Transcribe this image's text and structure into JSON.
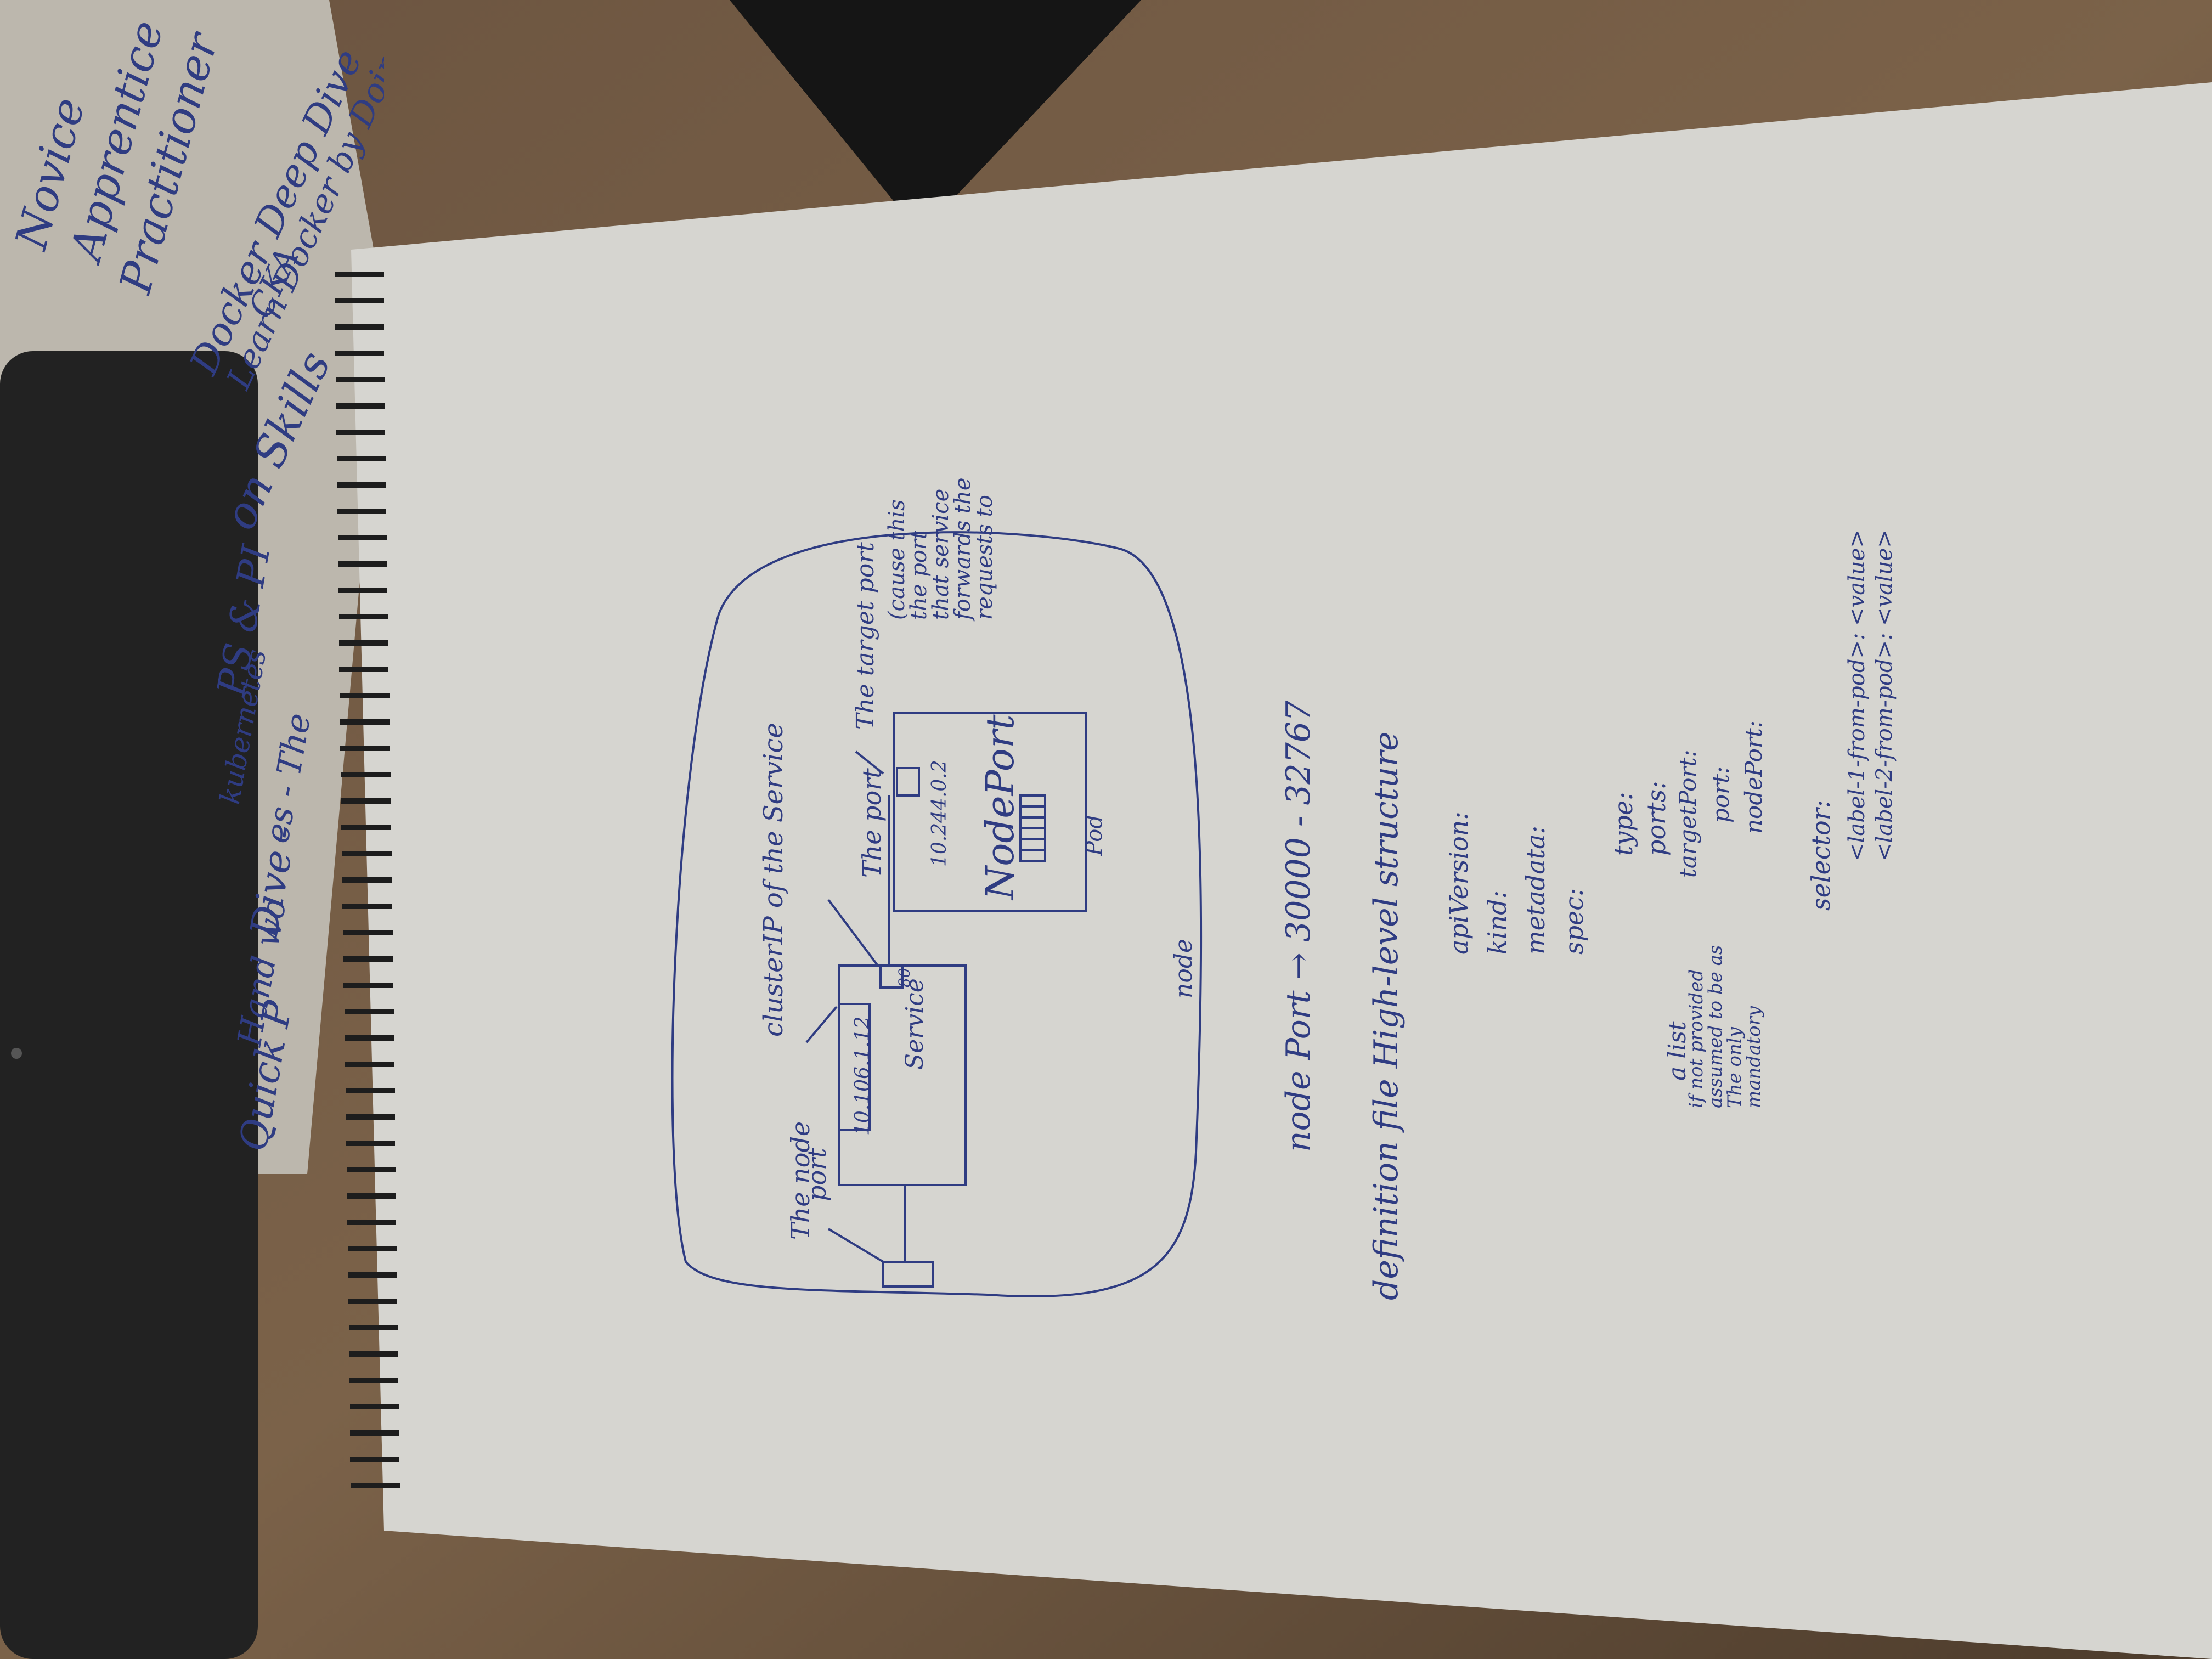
{
  "colors": {
    "ink": "#2f3c82",
    "paper": "#d9d8d3",
    "desk": "#5e4a37"
  },
  "notebook": {
    "title": "NodePort",
    "diagram": {
      "node_port_label_1": "The node",
      "node_port_label_2": "port",
      "cluster_ip_label": "clusterIP of the Service",
      "the_port_label": "The port",
      "service_ip": "10.106.1.12",
      "service_label": "Service",
      "service_port_box": "80",
      "target_port_label": "The target port",
      "target_note_1": "(cause this",
      "target_note_2": "the port",
      "target_note_3": "that service",
      "target_note_4": "forwards the",
      "target_note_5": "requests to",
      "pod_ip": "10.244.0.2",
      "pod_label": "Pod",
      "node_label": "node"
    },
    "range_note": "node Port → 30000 - 32767",
    "definition_heading": "definition file High-level structure",
    "yaml": {
      "api_version": "apiVersion:",
      "kind": "kind:",
      "metadata": "metadata:",
      "spec": "spec:",
      "type": "type:",
      "ports": "ports:",
      "list_note": "a list",
      "target_port": "targetPort:",
      "port": "port:",
      "node_port": "nodePort:",
      "note_1": "if not provided",
      "note_2": "assumed to be as",
      "note_3": "The only",
      "note_4": "mandatory",
      "selector": "selector:",
      "label_1": "<label-1-from-pod>: <value>",
      "label_2": "<label-2-from-pod>: <value>"
    }
  },
  "background_sheet": {
    "lines": [
      "Novice",
      "Apprentice",
      "Practitioner",
      "Docker Deep Dive",
      "Learn Docker by Doing",
      "CKA",
      "on Skills",
      "PS & PI",
      "kubernetes",
      "es - The",
      "Dive -",
      "Hand wo",
      "Quick P"
    ]
  }
}
